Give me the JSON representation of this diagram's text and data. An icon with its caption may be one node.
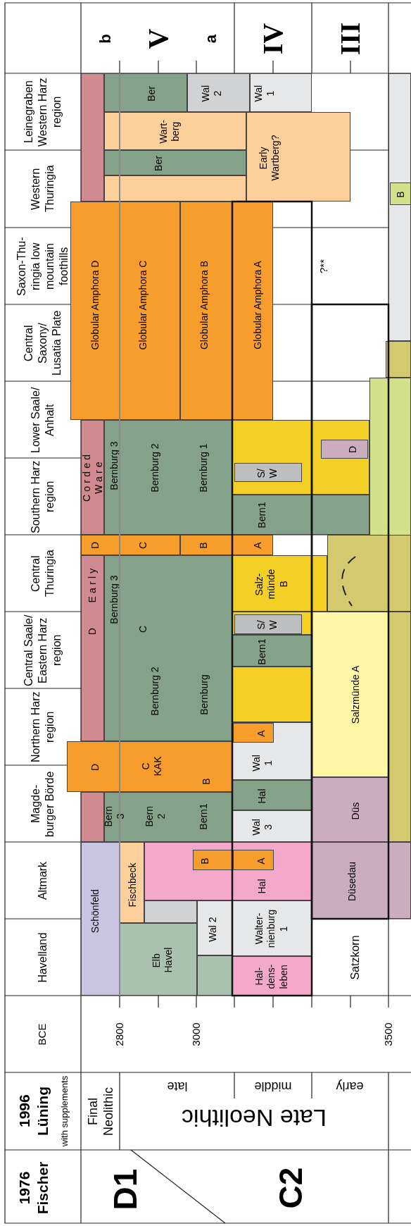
{
  "diagram": {
    "nodes": [
      {
        "text": [],
        "shape": "box"
      },
      {
        "text": [
          "Ber"
        ]
      },
      {
        "text": [
          "Wal 2"
        ]
      },
      {
        "text": [
          "Wal 1"
        ]
      },
      {
        "text": [
          "Wart- berg"
        ]
      },
      {
        "text": [
          "Ber"
        ]
      },
      {
        "text": [],
        "shape": "box"
      },
      {
        "text": [
          "Early Wartberg?"
        ]
      },
      {
        "text": [
          "Globular Amphora D"
        ]
      },
      {
        "text": [
          "Globular Amphora C"
        ]
      },
      {
        "text": [
          "Globular Amphora B"
        ]
      },
      {
        "text": [
          "Globular Amphora A"
        ]
      },
      {
        "text": [],
        "shape": "box"
      },
      {
        "text": [
          "B"
        ],
        "in": 12
      },
      {
        "text": [],
        "shape": "box"
      },
      {
        "text": [],
        "shape": "box"
      },
      {
        "text": [
          "Corded Ware"
        ]
      },
      {
        "text": [
          "Bernburg 3",
          "Bernburg 2",
          "Bernburg 1"
        ]
      },
      {
        "text": [],
        "shape": "box"
      },
      {
        "text": [
          "D"
        ],
        "in": 18
      },
      {
        "text": [
          "S/ W"
        ],
        "in": 18
      },
      {
        "text": [
          "Bern1"
        ]
      },
      {
        "text": [
          "D"
        ]
      },
      {
        "text": [
          "C"
        ]
      },
      {
        "text": [
          "B"
        ]
      },
      {
        "text": [
          "A"
        ]
      },
      {
        "text": [
          "D",
          "Early"
        ]
      },
      {
        "text": [
          "C",
          "Bernburg 3",
          "Bernburg 2",
          "Bernburg"
        ]
      },
      {
        "text": [
          "Salz- münde B"
        ]
      },
      {
        "text": [],
        "shape": "box"
      },
      {
        "text": [],
        "shape": "box"
      },
      {
        "text": [
          "S/ W"
        ],
        "in": 30
      },
      {
        "text": [
          "Bern1"
        ]
      },
      {
        "text": [],
        "shape": "box"
      },
      {
        "text": [
          "Salzmünde A"
        ]
      },
      {
        "text": [],
        "shape": "box"
      },
      {
        "text": [
          "Wal 1"
        ]
      },
      {
        "text": [
          "A"
        ],
        "in": 36
      },
      {
        "text": [
          "D",
          "C KAK",
          "B"
        ]
      },
      {
        "text": [],
        "shape": "box"
      },
      {
        "text": [
          "Bern 3",
          "Bern 2",
          "Bern1"
        ]
      },
      {
        "text": [
          "Hal"
        ]
      },
      {
        "text": [
          "Wal 3"
        ]
      },
      {
        "text": [
          "Düs"
        ]
      },
      {
        "text": [
          "Schönfeld"
        ]
      },
      {
        "text": [
          "Fischbeck"
        ]
      },
      {
        "text": [
          "Hal"
        ]
      },
      {
        "text": [
          "B"
        ],
        "in": 46
      },
      {
        "text": [
          "A"
        ],
        "in": 46
      },
      {
        "text": [
          "Düsedau"
        ]
      },
      {
        "text": [],
        "shape": "box"
      },
      {
        "text": [
          "Wal 2"
        ]
      },
      {
        "text": [
          "Walter- nienburg 1"
        ]
      },
      {
        "text": [
          "Elb Havel"
        ]
      },
      {
        "text": [],
        "shape": "box"
      },
      {
        "text": [
          "Hal- dens- leben"
        ]
      }
    ],
    "labels": [
      "b",
      "V",
      "a",
      "IV",
      "III",
      "Leinegraben Western Harz region",
      "Western Thuringia",
      "Saxon-Thu- ringia low mountain foothills",
      "Central Saxony/ Lusatia Plate",
      "Lower Saale/ Anhalt",
      "Southern Harz region",
      "Central Thuringia",
      "Central Saale/ Eastern Harz region",
      "Northern Harz region",
      "Magde- burger Börde",
      "Altmark",
      "Havelland",
      "?**",
      "Satzkorn",
      "BCE",
      "2800",
      "3000",
      "3500",
      "1996 Lüning",
      "with supplements",
      "Final Neolithic",
      "late",
      "middle",
      "early",
      "Late Neolithic",
      "1976 Fischer",
      "D1",
      "C2"
    ]
  }
}
